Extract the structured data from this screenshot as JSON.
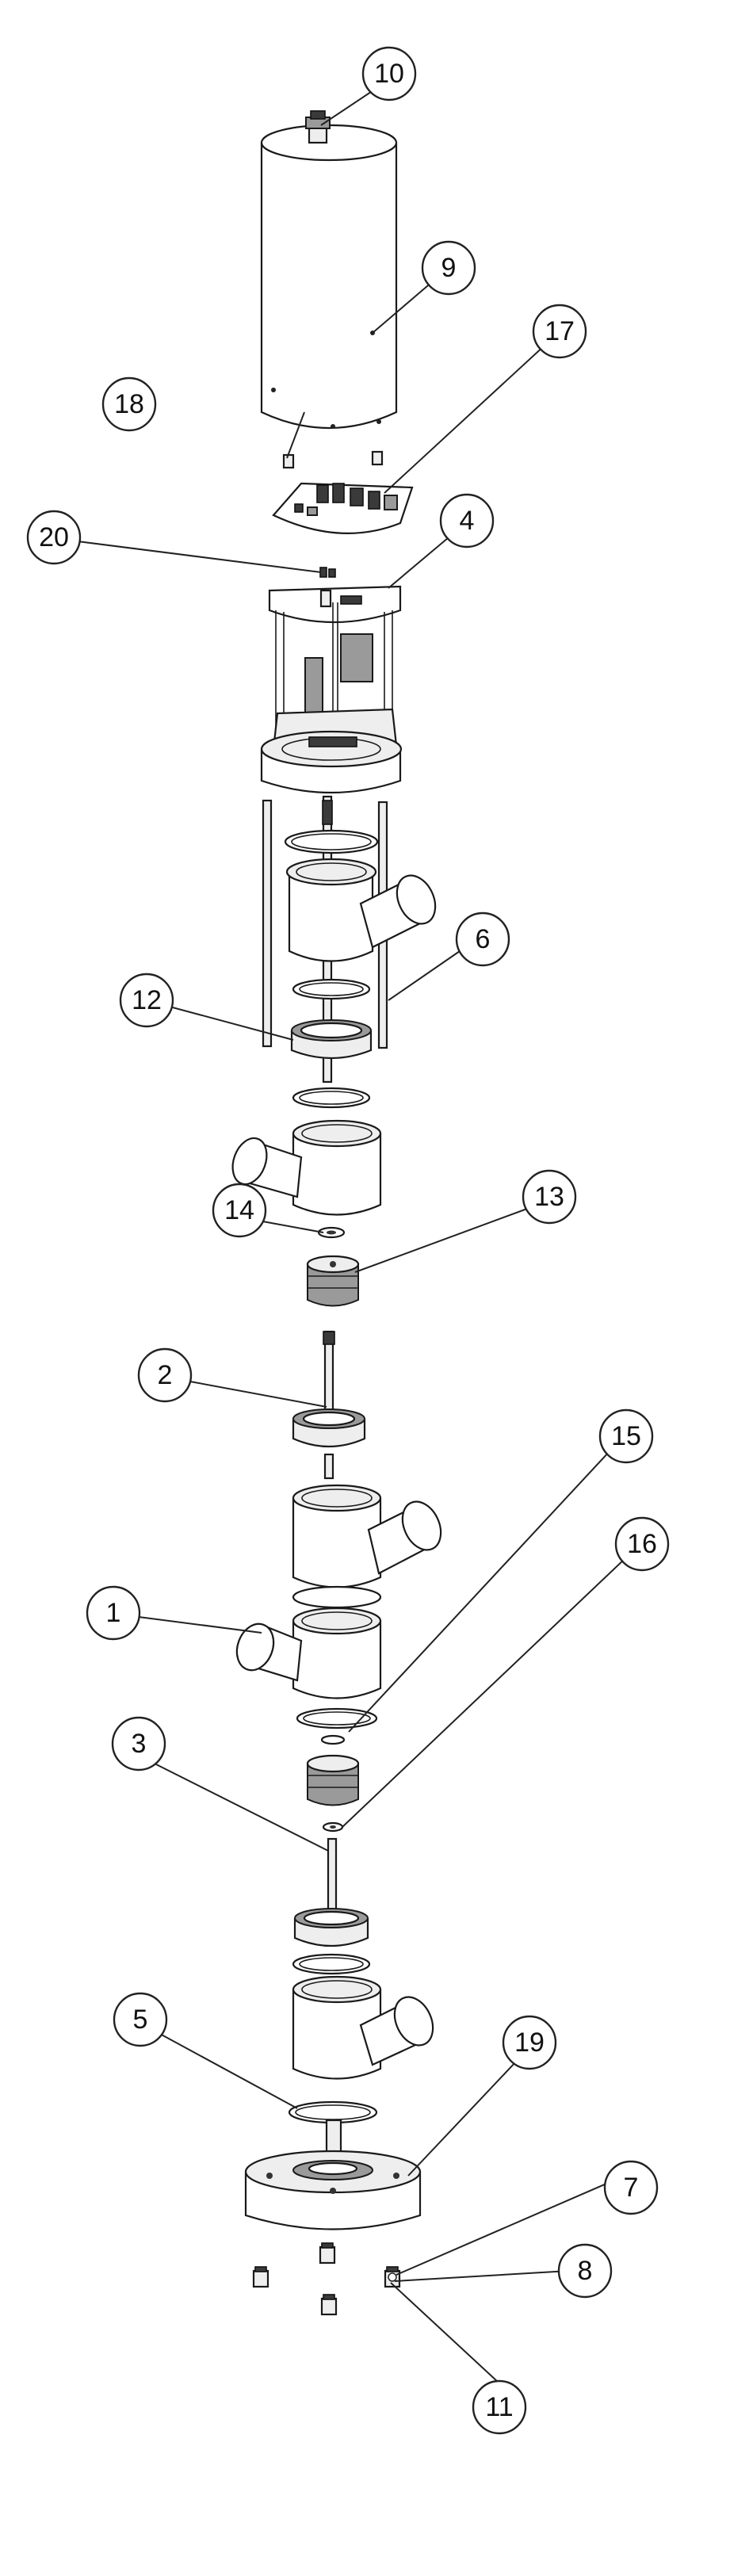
{
  "balloons": [
    {
      "id": "10",
      "label": "10"
    },
    {
      "id": "9",
      "label": "9"
    },
    {
      "id": "17",
      "label": "17"
    },
    {
      "id": "18",
      "label": "18"
    },
    {
      "id": "4",
      "label": "4"
    },
    {
      "id": "20",
      "label": "20"
    },
    {
      "id": "6",
      "label": "6"
    },
    {
      "id": "12",
      "label": "12"
    },
    {
      "id": "13",
      "label": "13"
    },
    {
      "id": "14",
      "label": "14"
    },
    {
      "id": "2",
      "label": "2"
    },
    {
      "id": "15",
      "label": "15"
    },
    {
      "id": "1",
      "label": "1"
    },
    {
      "id": "16",
      "label": "16"
    },
    {
      "id": "3",
      "label": "3"
    },
    {
      "id": "5",
      "label": "5"
    },
    {
      "id": "19",
      "label": "19"
    },
    {
      "id": "7",
      "label": "7"
    },
    {
      "id": "8",
      "label": "8"
    },
    {
      "id": "11",
      "label": "11"
    }
  ]
}
